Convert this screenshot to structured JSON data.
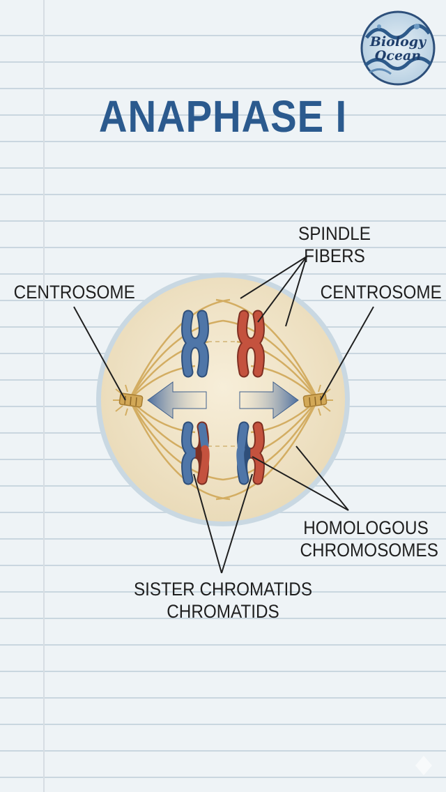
{
  "title": "ANAPHASE I",
  "logo": {
    "line1": "Biology",
    "line2": "Ocean"
  },
  "labels": {
    "spindle_line1": "SPINDLE",
    "spindle_line2": "FIBERS",
    "centrosome_left": "CENTROSOME",
    "centrosome_right": "CENTROSOME",
    "homologous_line1": "HOMOLOGOUS",
    "homologous_line2": "CHROMOSOMES",
    "sister_line1": "SISTER CHROMATIDS",
    "sister_line2": "CHROMATIDS"
  },
  "colors": {
    "title": "#2b5a8e",
    "cell_fill": "#f2e7cf",
    "cell_border": "#b8cbd8",
    "spindle": "#d7b36a",
    "chromosome_blue": "#4f76a8",
    "chromosome_red": "#c4523e",
    "arrow": "#5a7ba6",
    "paper": "#eef3f6",
    "rule_line": "#c9d6df"
  }
}
